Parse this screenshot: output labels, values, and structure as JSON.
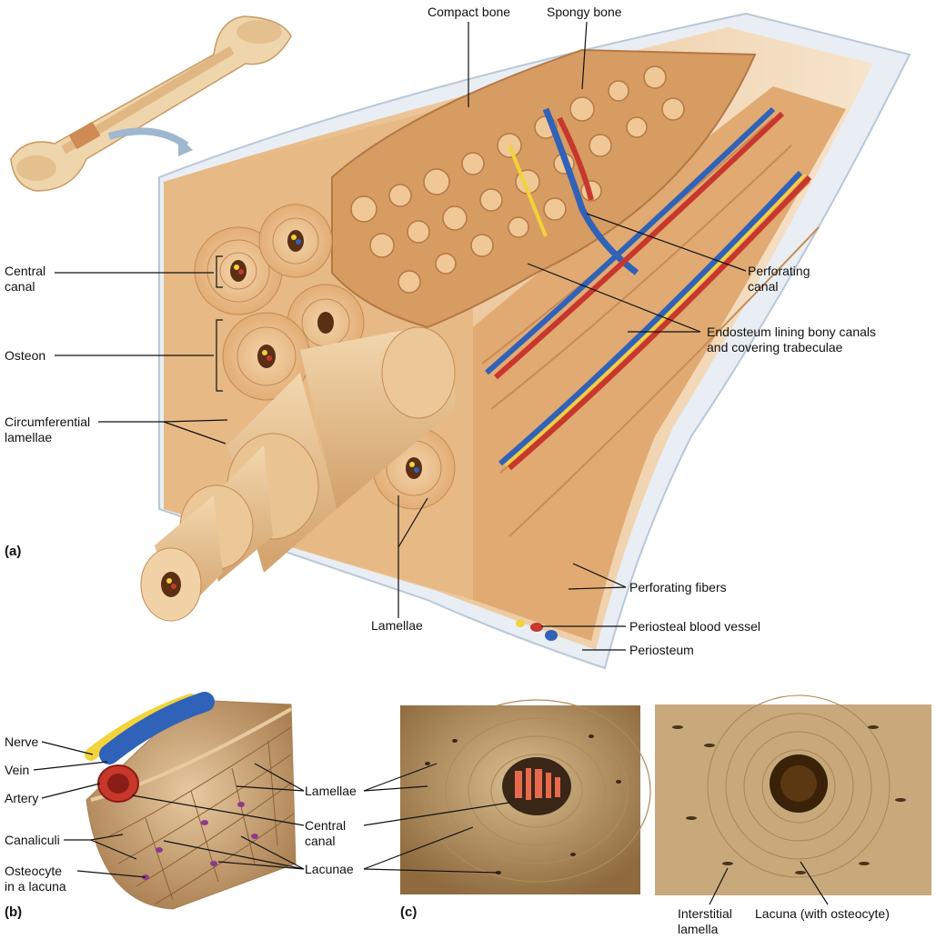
{
  "panels": {
    "a": "(a)",
    "b": "(b)",
    "c": "(c)"
  },
  "labels_a": {
    "compact_bone": "Compact bone",
    "spongy_bone": "Spongy bone",
    "central_canal": "Central\ncanal",
    "osteon": "Osteon",
    "circumferential_lamellae": "Circumferential\nlamellae",
    "lamellae": "Lamellae",
    "perforating_canal": "Perforating\ncanal",
    "endosteum": "Endosteum lining bony canals\nand covering trabeculae",
    "perforating_fibers": "Perforating fibers",
    "periosteal_blood_vessel": "Periosteal blood vessel",
    "periosteum": "Periosteum"
  },
  "labels_b": {
    "nerve": "Nerve",
    "vein": "Vein",
    "artery": "Artery",
    "canaliculi": "Canaliculi",
    "osteocyte": "Osteocyte\nin a lacuna",
    "lamellae": "Lamellae",
    "central_canal": "Central\ncanal",
    "lacunae": "Lacunae"
  },
  "labels_c": {
    "interstitial_lamella": "Interstitial\nlamella",
    "lacuna_with_osteocyte": "Lacuna (with osteocyte)"
  },
  "colors": {
    "bone": "#e7b985",
    "bone_dark": "#c98d55",
    "spongy": "#d49a62",
    "artery": "#c8372c",
    "vein": "#2f62b8",
    "nerve": "#f2d33a",
    "periosteum": "#dfe6ef",
    "micro_bg": "#c9a97a"
  }
}
